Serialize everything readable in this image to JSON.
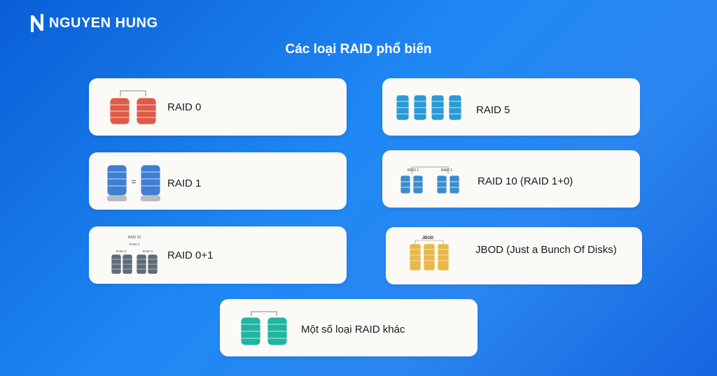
{
  "brand": {
    "name": "NGUYEN HUNG"
  },
  "title": "Các loại RAID phổ biến",
  "cards": [
    {
      "id": "raid0",
      "label": "RAID 0"
    },
    {
      "id": "raid5",
      "label": "RAID 5"
    },
    {
      "id": "raid1",
      "label": "RAID 1"
    },
    {
      "id": "raid10",
      "label": "RAID 10 (RAID 1+0)"
    },
    {
      "id": "raid01",
      "label": "RAID 0+1"
    },
    {
      "id": "jbod",
      "label": "JBOD (Just a Bunch Of Disks)"
    },
    {
      "id": "other",
      "label": "Một số loại RAID khác"
    }
  ],
  "illustration_text": {
    "raid1_equals": "=",
    "raid01_top": "RAID 01",
    "raid01_mid": "RAID 1",
    "raid01_left": "RAID 0",
    "raid01_right": "RAID 0",
    "raid10_left": "RAID 1",
    "raid10_right": "RAID 1",
    "jbod_top": "JBOD"
  },
  "colors": {
    "raid0_disk": "#e05a48",
    "raid5_disk": "#2a9ad6",
    "raid1_disk": "#3f7fd1",
    "raid10_disk": "#3a8ccc",
    "raid01_disk": "#5f6b78",
    "jbod_disk": "#e8b84a",
    "other_disk": "#1fb5a0"
  }
}
